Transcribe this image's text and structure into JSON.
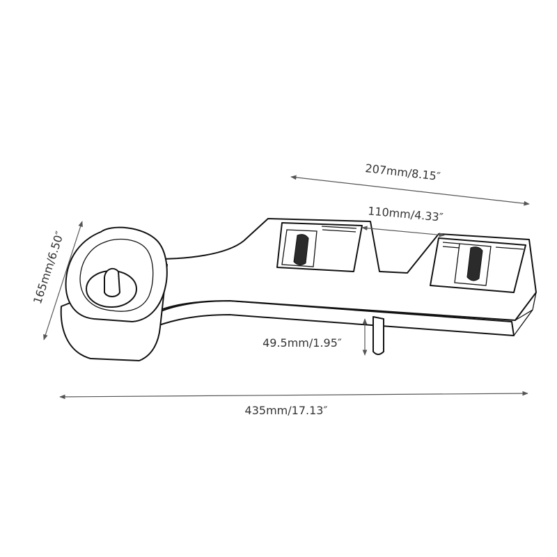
{
  "dimensions": {
    "total_length": "435mm/17.13″",
    "height": "165mm/6.50″",
    "rail_span": "207mm/8.15″",
    "slot_spacing": "110mm/4.33″",
    "nozzle_depth": "49.5mm/1.95″"
  },
  "colors": {
    "outline": "#111111",
    "dimension": "#555555",
    "text": "#333333",
    "background": "#ffffff"
  }
}
